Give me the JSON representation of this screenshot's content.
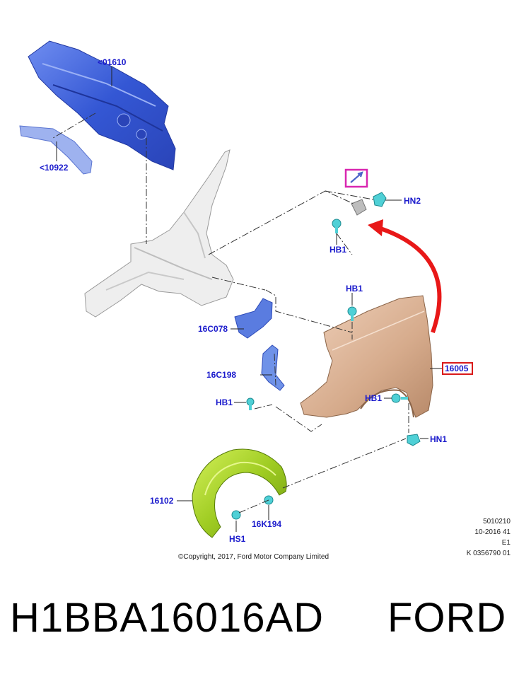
{
  "labels": {
    "dash_panel": "<01610",
    "cowl_brace": "<10922",
    "upper_clip": "HN2",
    "upper_bolt": "HB1",
    "fender_top_bolt": "HB1",
    "bracket_upper": "16C078",
    "bracket_lower": "16C198",
    "bracket_bolt": "HB1",
    "fender": "16005",
    "fender_bolt": "HB1",
    "lower_clip": "HN1",
    "liner": "16102",
    "liner_screw": "HS1",
    "liner_clip": "16K194"
  },
  "meta": {
    "copyright": "©Copyright, 2017, Ford Motor Company Limited",
    "line1": "5010210",
    "line2": "10-2016 41",
    "line3": "E1",
    "line4": "K 0356790 01"
  },
  "footer": {
    "part_number": "H1BBA16016AD",
    "brand": "FORD"
  },
  "colors": {
    "dash_panel": "#3b5fd6",
    "fender": "#d9b193",
    "liner": "#a6d12a",
    "fastener": "#4fd0d6",
    "callout_text": "#1a1acc",
    "highlight_box": "#d926b0",
    "arrow": "#e81818"
  }
}
